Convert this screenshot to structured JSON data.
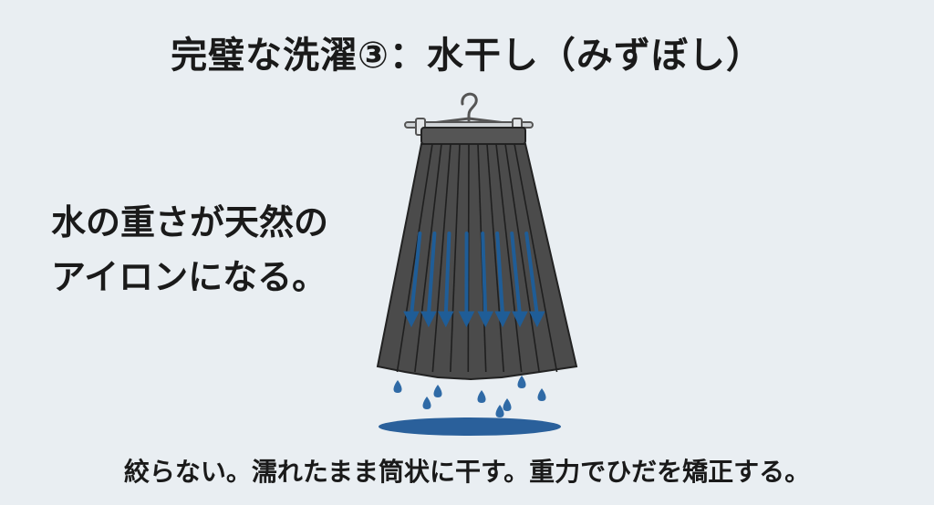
{
  "title": "完璧な洗濯③：水干し（みずぼし）",
  "side_text": {
    "line1": "水の重さが天然の",
    "line2": "アイロンになる。"
  },
  "caption": "絞らない。濡れたまま筒状に干す。重力でひだを矯正する。",
  "colors": {
    "skirt": "#4b4b4b",
    "pleat_line": "#1f1f1f",
    "arrow": "#1f5d97",
    "puddle": "#2a609b",
    "drop": "#2f6aa6"
  },
  "icons": [
    "hanger-icon",
    "pleated-skirt-icon",
    "down-arrow-icon",
    "water-drop-icon",
    "puddle-icon"
  ]
}
